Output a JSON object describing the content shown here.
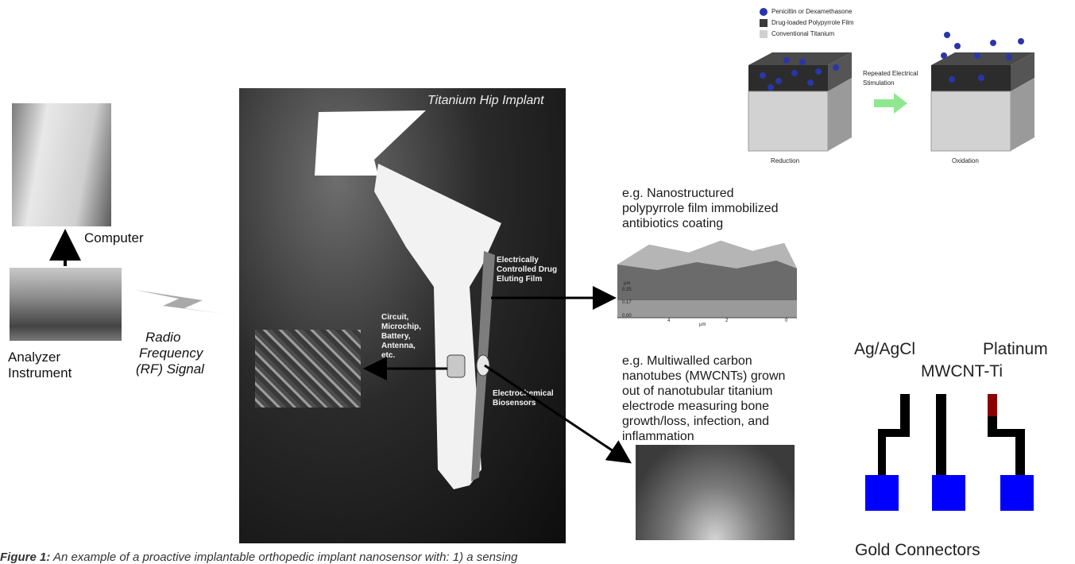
{
  "title": "Titanium Hip Implant",
  "left": {
    "computer_label": "Computer",
    "analyzer_label_line1": "Analyzer",
    "analyzer_label_line2": "Instrument",
    "rf_line1": "Radio",
    "rf_line2": "Frequency",
    "rf_line3": "(RF) Signal"
  },
  "xray_labels": {
    "film_line1": "Electrically",
    "film_line2": "Controlled Drug",
    "film_line3": "Eluting Film",
    "circuit_line1": "Circuit,",
    "circuit_line2": "Microchip,",
    "circuit_line3": "Battery,",
    "circuit_line4": "Antenna,",
    "circuit_line5": "etc.",
    "bio_line1": "Electrochemical",
    "bio_line2": "Biosensors"
  },
  "drug_release": {
    "legend": [
      {
        "label": "Penicillin or Dexamethasone",
        "color": "#2a36a8"
      },
      {
        "label": "Drug-loaded Polypyrrole Film",
        "color": "#3a3a3a"
      },
      {
        "label": "Conventional Titanium",
        "color": "#d0d0d0"
      }
    ],
    "stim_line1": "Repeated Electrical",
    "stim_line2": "Stimulation",
    "left_block_label": "Reduction",
    "right_block_label": "Oxidation"
  },
  "example1": {
    "line1": "e.g. Nanostructured",
    "line2": "polypyrrole film immobilized",
    "line3": "antibiotics coating",
    "axis_unit_y": "µm",
    "y_ticks": [
      "0.35",
      "0.17",
      "0.00"
    ],
    "x_ticks": [
      "4",
      "2",
      "0"
    ],
    "axis_unit_x": "µm"
  },
  "example2": {
    "line1": "e.g. Multiwalled carbon",
    "line2": "nanotubes (MWCNTs) grown",
    "line3": "out of nanotubular titanium",
    "line4": "electrode measuring bone",
    "line5": "growth/loss, infection, and",
    "line6": "inflammation"
  },
  "electrode": {
    "agcl": "Ag/AgCl",
    "platinum": "Platinum",
    "mwcnt": "MWCNT-Ti",
    "gold": "Gold Connectors",
    "connector_color": "#0000ff",
    "platinum_tip_color": "#8b0000"
  },
  "caption": {
    "lead": "Figure 1:",
    "text": " An example of a proactive implantable orthopedic implant nanosensor with: 1) a sensing"
  }
}
